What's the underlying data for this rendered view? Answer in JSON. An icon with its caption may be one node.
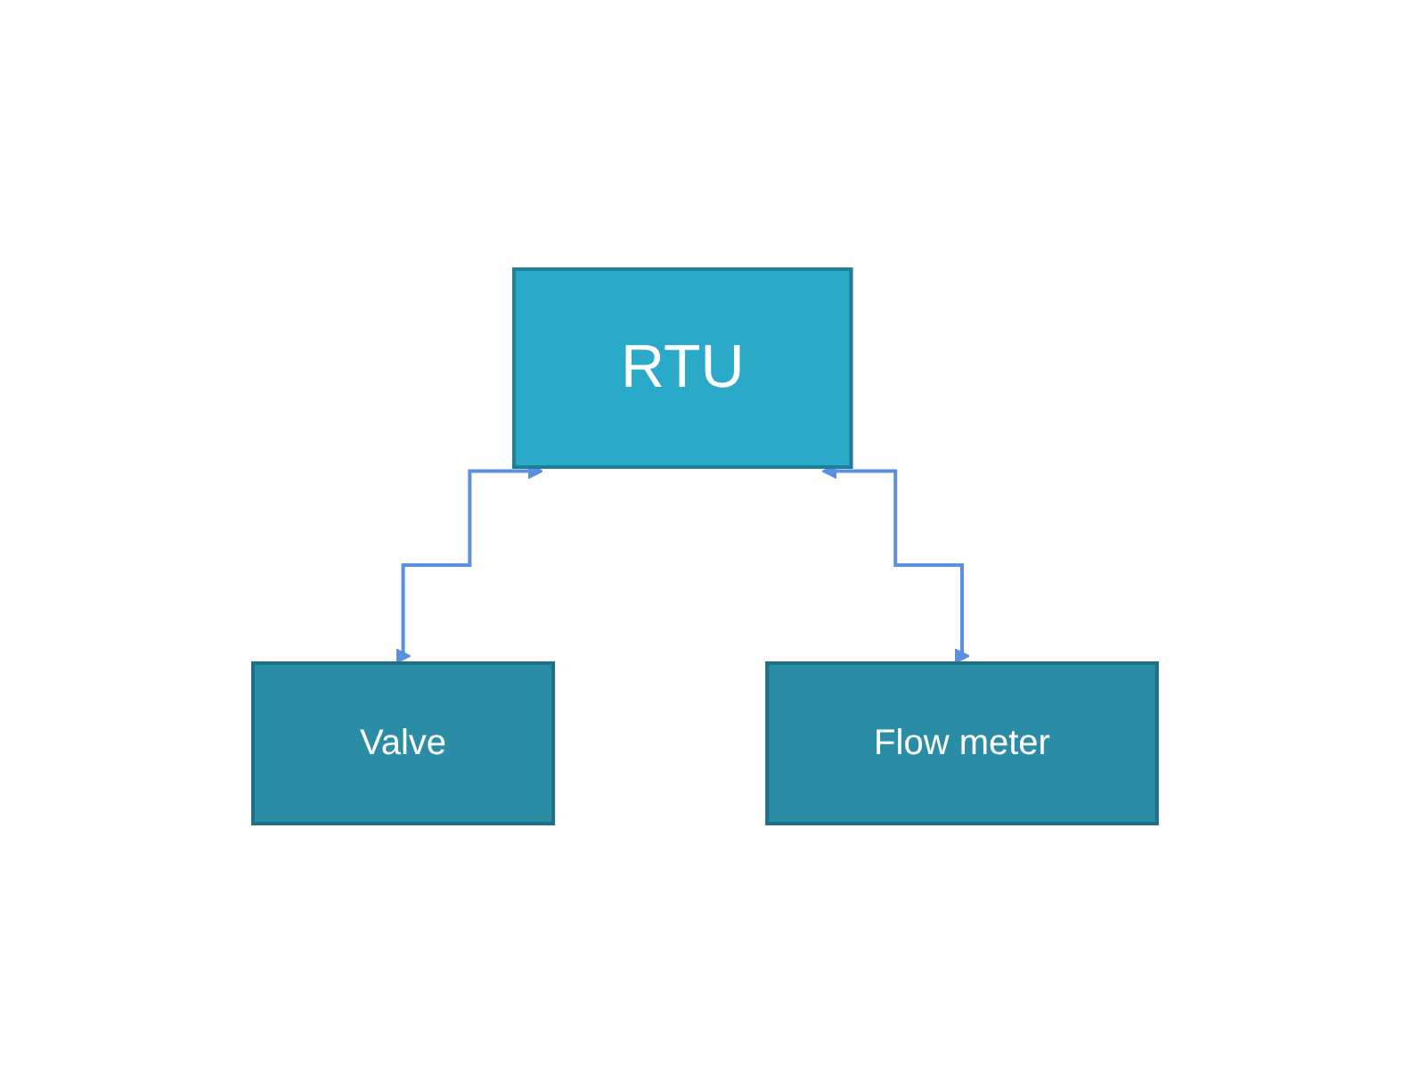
{
  "diagram": {
    "nodes": [
      {
        "text": [
          "RTU"
        ]
      },
      {
        "text": [
          "Valve"
        ]
      },
      {
        "text": [
          "Flow meter"
        ]
      }
    ],
    "edges": [
      {
        "from": 0,
        "to": 1,
        "arrow": "both"
      },
      {
        "from": 0,
        "to": 2,
        "arrow": "both"
      }
    ]
  }
}
